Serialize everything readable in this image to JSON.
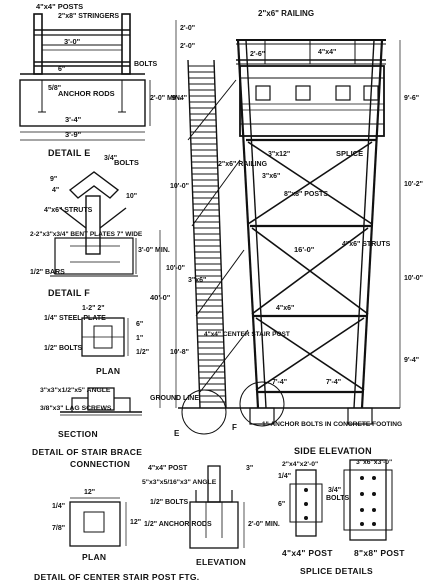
{
  "detail_e": {
    "title": "DETAIL E",
    "posts": "4\"x4\" POSTS",
    "stringers": "2\"x8\" STRINGERS",
    "width_top": "3'-0\"",
    "bolts": "BOLTS",
    "six": "6\"",
    "anchor_rods": "ANCHOR RODS",
    "anchor_size": "5/8\"",
    "min_depth": "2'-0\" MIN.",
    "w1": "3'-4\"",
    "w2": "3'-9\""
  },
  "detail_f": {
    "title": "DETAIL F",
    "bolts": "BOLTS",
    "bolts_size": "3/4\"",
    "nine": "9\"",
    "four": "4\"",
    "ten": "10\"",
    "struts": "4\"x6\" STRUTS",
    "bent_plates": "2-2\"x3\"x3/4\" BENT PLATES 7\" WIDE",
    "bars": "1/2\" BARS",
    "min": "3'-0\" MIN."
  },
  "plan_section": {
    "plan_title": "PLAN",
    "section_title": "SECTION",
    "dim_top": "1-2\" 2\"",
    "steel_plate": "1/4\" STEEL PLATE",
    "bolts": "1/2\" BOLTS",
    "angle": "3\"x3\"x1/2\"x5\" ANGLE",
    "lag": "3/8\"x3\" LAG SCREWS",
    "dims": [
      "6\"",
      "1\"",
      "1/2\""
    ],
    "caption1": "DETAIL OF STAIR BRACE",
    "caption2": "CONNECTION"
  },
  "post_footing": {
    "plan_title": "PLAN",
    "elevation_title": "ELEVATION",
    "caption": "DETAIL OF CENTER STAIR POST FTG.",
    "post": "4\"x4\" POST",
    "angle": "5\"x3\"x5/16\"x3\" ANGLE",
    "bolts": "1/2\" BOLTS",
    "anchor_rods": "1/2\" ANCHOR RODS",
    "w12": "12\"",
    "min": "2'-0\" MIN.",
    "d12": "12\"",
    "d3": "3\"",
    "d78": "7/8\"",
    "d14": "1/4\""
  },
  "splice": {
    "caption": "SPLICE DETAILS",
    "post4": "4\"x4\" POST",
    "post8": "8\"x8\" POST",
    "angle_a": "2\"x4\"x2'-0\"",
    "angle_b": "3\"x6\"x3'-0\"",
    "bolts": "BOLTS",
    "bolts_size": "3/4\"",
    "d4": "1/4\"",
    "d6": "6\""
  },
  "side_elevation": {
    "title": "SIDE ELEVATION",
    "railing_top": "2\"x6\" RAILING",
    "railing": "2\"x6\" RAILING",
    "splice": "SPLICE",
    "posts": "8\"x8\" POSTS",
    "struts": "4\"x6\" STRUTS",
    "d_2_0": "2'-0\"",
    "d_2_6": "2'-6\"",
    "d_4x4": "4\"x4\"",
    "d_3x12": "3\"x12\"",
    "d_3x6": "3\"x6\"",
    "d_4x6": "4\"x6\"",
    "d_3x6b": "3\"x6\"",
    "d_16": "16'-0\"",
    "d_9_4": "9'-4\"",
    "d_9_6": "9'-6\"",
    "d_10_0": "10'-0\"",
    "d_10_2": "10'-2\"",
    "d_10_0b": "10'-0\"",
    "d_40": "40'-0\"",
    "d_10_8": "10'-8\"",
    "d_9_4b": "9'-4\"",
    "d_7_4_l": "7'-4\"",
    "d_7_4_r": "7'-4\"",
    "center_post": "4\"x4\" CENTER STAIR POST",
    "ground_line": "GROUND LINE",
    "anchor_bolts": "1\" ANCHOR BOLTS IN CONCRETE FOOTING",
    "mark_e": "E",
    "mark_f": "F",
    "d_2_0_top": "2'-0\""
  }
}
